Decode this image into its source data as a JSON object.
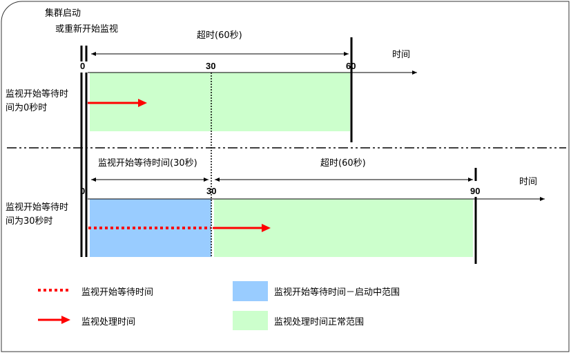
{
  "title": {
    "line1": "集群启动",
    "line2": "或重新开始监视"
  },
  "time_axis_label": "时间",
  "colors": {
    "green": "#CCFFCC",
    "blue": "#99CCFF",
    "red": "#FF0000"
  },
  "scenario_a": {
    "label_line1": "监视开始等待时",
    "label_line2": "间为0秒时",
    "timeout_label": "超时(60秒)",
    "ticks": [
      "0",
      "30",
      "60"
    ]
  },
  "scenario_b": {
    "label_line1": "监视开始等待时",
    "label_line2": "间为30秒时",
    "wait_label": "监视开始等待时间(30秒)",
    "timeout_label": "超时(60秒)",
    "ticks": [
      "0",
      "30",
      "90"
    ]
  },
  "legend": {
    "wait_time": "监视开始等待时间",
    "process_time": "监视处理时间",
    "starting_range": "监视开始等待时间－启动中范围",
    "normal_range": "监视处理时间正常范围"
  }
}
